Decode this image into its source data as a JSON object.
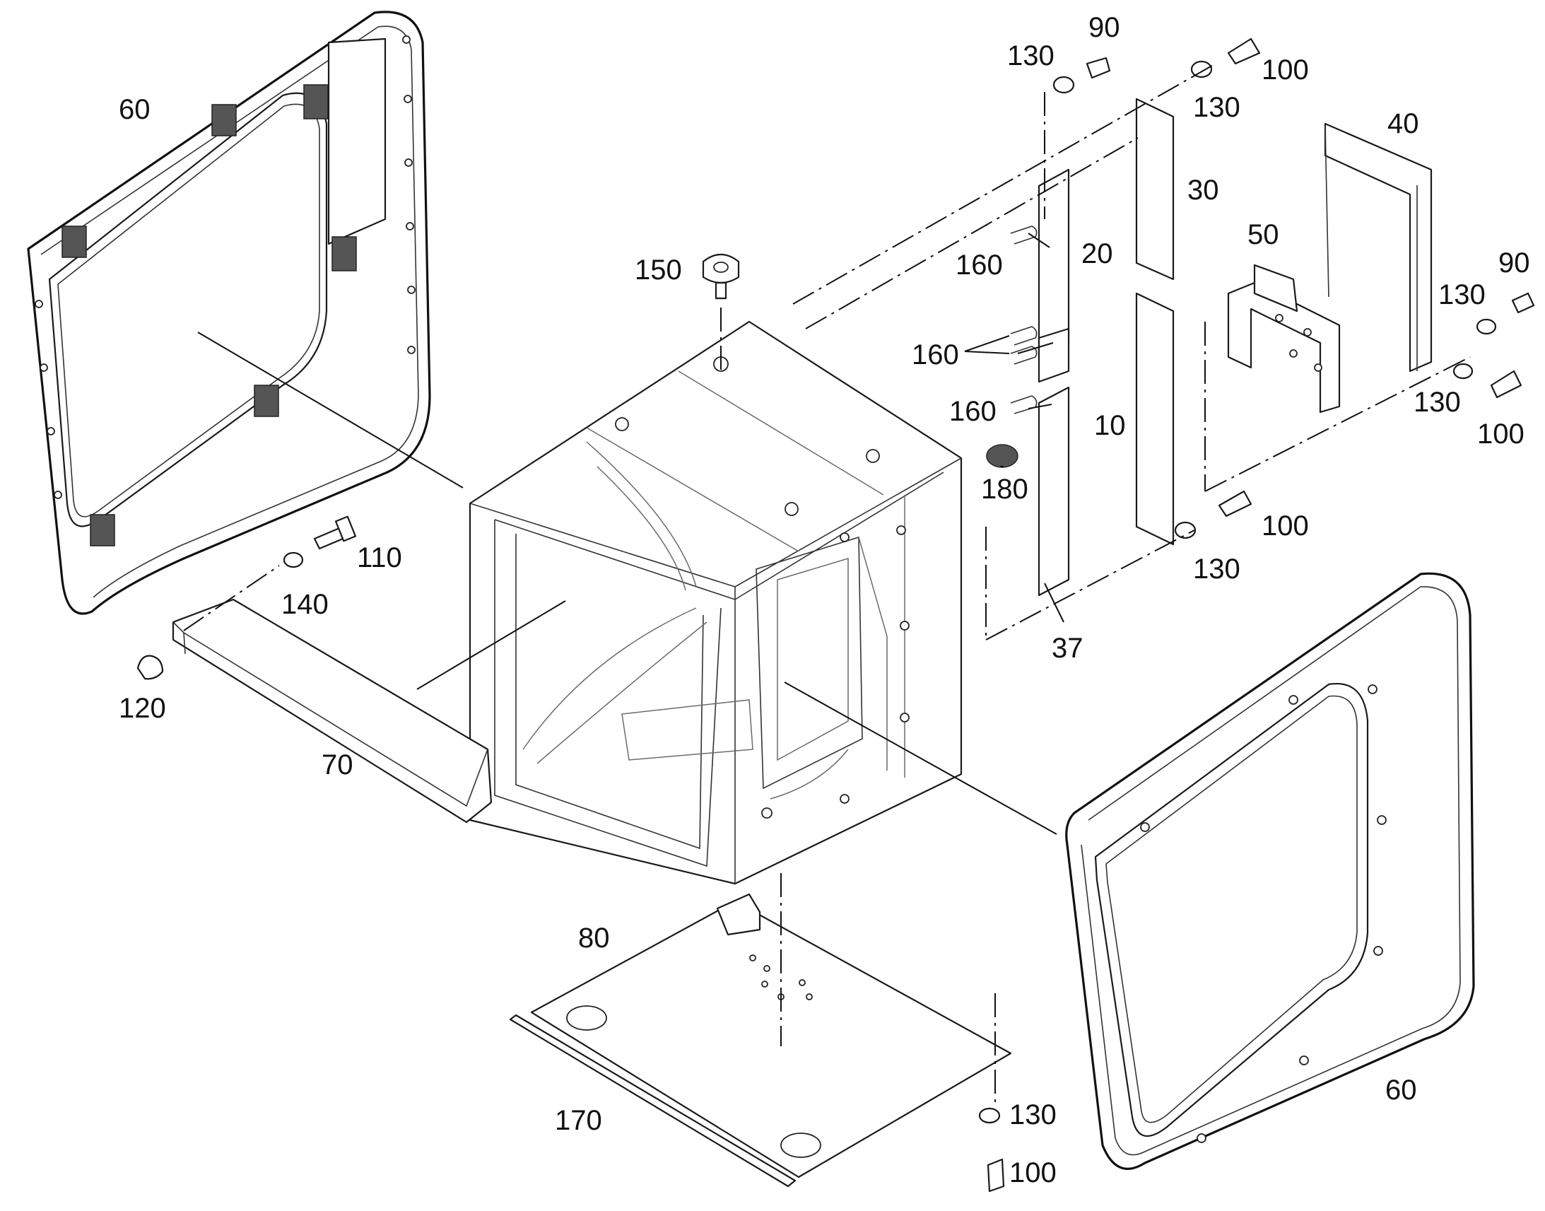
{
  "callouts": {
    "window_left": "60",
    "window_right": "60",
    "panel_10": "10",
    "panel_20": "20",
    "panel_30": "30",
    "strip_37": "37",
    "cover_40": "40",
    "bracket_50": "50",
    "trim_70": "70",
    "floor_80": "80",
    "screw_90_top": "90",
    "screw_90_right": "90",
    "bolt_100_top": "100",
    "bolt_100_right": "100",
    "bolt_100_mid": "100",
    "bolt_100_bottom": "100",
    "bolt_110": "110",
    "cap_nut_120": "120",
    "washer_130_a": "130",
    "washer_130_b": "130",
    "washer_130_c": "130",
    "washer_130_d": "130",
    "washer_130_e": "130",
    "washer_130_f": "130",
    "washer_140": "140",
    "eye_bolt_150": "150",
    "clip_160_a": "160",
    "clip_160_b": "160",
    "clip_160_c": "160",
    "seal_170": "170",
    "grommet_180": "180"
  }
}
